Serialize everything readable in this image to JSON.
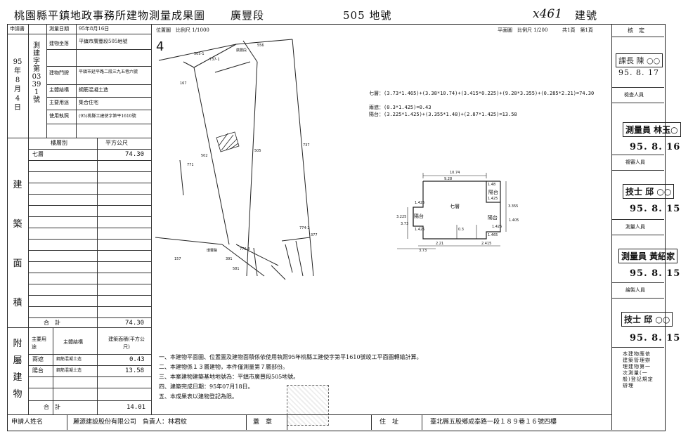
{
  "header": {
    "title": "桃園縣平鎮地政事務所建物測量成果圖",
    "section": "廣豐段",
    "lot": "505 地號",
    "building_no": "建號",
    "handwritten_no": "x461"
  },
  "left_panel": {
    "applicant_label": "申請書",
    "date_label": "測量日期",
    "date_value": "95年8月16日",
    "apply_date_vertical": "95年8月4日",
    "permit_vertical": "測建字第03391號",
    "location_label": "建物坐落",
    "location_value": "平鎮市廣豐段505地號",
    "doorplate_label": "建物門牌",
    "doorplate_value": "平鎮市延平路二段三九五巷六號",
    "structure_label": "主體結構",
    "structure_value": "鋼筋混凝土造",
    "usage_label": "主要用途",
    "usage_value": "集合住宅",
    "license_label": "使用執照",
    "license_value": "(95)桃縣工建使字第平1610號",
    "area_section_vertical": "建築面積",
    "floor_col": "樓層別",
    "sqm_col": "平方公尺",
    "floor_rows": [
      {
        "floor": "七層",
        "area": "74.30"
      }
    ],
    "total_label": "合　計",
    "total_value": "74.30",
    "attached_vertical": "附屬建物",
    "attached_usage_col": "主要用途",
    "attached_structure_col": "主體結構",
    "attached_area_col": "建築面積(平方公尺)",
    "attached_rows": [
      {
        "usage": "兩遮",
        "structure": "鋼筋混凝土造",
        "area": "0.43"
      },
      {
        "usage": "陽台",
        "structure": "鋼筋混凝土造",
        "area": "13.58"
      }
    ],
    "attached_total_label": "合　計",
    "attached_total_value": "14.01"
  },
  "plan": {
    "location_map_label": "位置圖　比例尺 1/1000",
    "plan_scale_label": "平面圖　比例尺 1/200",
    "page_label": "共1頁　第1頁",
    "sheet_no": "4",
    "formula_floor7": "七層：(3.73*1.465)+(3.38*10.74)+(3.415*0.225)+(9.28*3.355)+(0.285*2.21)=74.30",
    "formula_rain": "兩遮：(0.3*1.425)=0.43",
    "formula_balcony": "陽台：(3.225*1.425)+(3.355*1.48)+(2.87*1.425)=13.58",
    "floor_label": "七層",
    "balcony_label": "陽台",
    "lots": {
      "l505": "505",
      "l556": "556",
      "l502": "502",
      "l167": "167",
      "l7371": "737-1",
      "l737": "737",
      "l771": "771",
      "l7742": "774-2",
      "l377": "377",
      "l776": "776-3",
      "l391": "391",
      "l157": "157",
      "l581": "581",
      "l5051": "505-1",
      "road": "環豐路",
      "lot_side": "廣豐段"
    },
    "dims": {
      "top": "10.74",
      "top2": "9.28",
      "d1": "1.48",
      "d2": "1.425",
      "d3": "3.355",
      "d4": "1.465",
      "d5": "2.21",
      "d6": "2.415",
      "d7": "3.73",
      "d8": "3.73",
      "d9": "1.425",
      "d10": "3.225",
      "d11": "1.425",
      "d12": "1.405",
      "d13": "0.3",
      "d14": "1.425"
    },
    "notes": [
      "一、本建物平面圖、位置圖及建物面積係依使用執照95年桃縣工建使字第平1610號竣工平面圖轉繪計算。",
      "二、本建物係１３層建物，本件僅測量第７層部份。",
      "三、本案建物建築基地地號為：平鎮市廣豐段505地號。",
      "四、建築完成日期：95年07月18日。",
      "五、本成果表以建物登記為限。"
    ]
  },
  "right_panel": {
    "check_label": "核　定",
    "stamp1": "課長 陳 ○○",
    "date1": "95. 8. 17",
    "checker_label": "檢查人員",
    "stamp2": "測量員 林玉○",
    "date2": "95. 8. 16",
    "reviewer_label": "複審人員",
    "stamp3": "技士 邱 ○○",
    "date3": "95. 8. 15",
    "surveyor_label": "測量人員",
    "stamp4": "測量員 黃紹家",
    "date4": "95. 8. 15",
    "drafter_label": "繪製人員",
    "stamp5": "技士 邱 ○○",
    "date5": "95. 8. 15",
    "vertical_note": "本建物應依建築管理辦理建物第一次測量(一般)登記規定辦理"
  },
  "footer": {
    "applicant_label": "申請人姓名",
    "applicant_value": "麗源建設股份有限公司　負責人：林君紋",
    "seal_label": "蓋　章",
    "address_label": "住　址",
    "address_value": "臺北縣五股鄉成泰路一段１８９巷１６號四樓"
  }
}
